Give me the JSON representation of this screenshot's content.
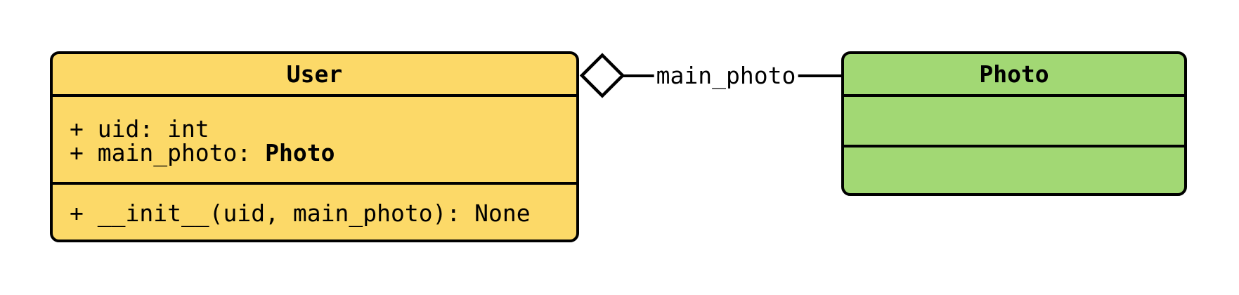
{
  "diagram": {
    "type": "uml-class-diagram",
    "background_color": "#ffffff",
    "border_color": "#000000",
    "classes": [
      {
        "name": "User",
        "fill": "#fcd968",
        "attributes": [
          {
            "text": "+ uid: int",
            "bold_suffix": ""
          },
          {
            "text": "+ main_photo: ",
            "bold_suffix": "Photo"
          }
        ],
        "methods": [
          {
            "text": "+ __init__(uid, main_photo): None"
          }
        ]
      },
      {
        "name": "Photo",
        "fill": "#a2d874",
        "attributes": [],
        "methods": []
      }
    ],
    "relationship": {
      "kind": "aggregation",
      "from": "User",
      "to": "Photo",
      "label": "main_photo",
      "diamond_fill": "#ffffff",
      "line_color": "#000000"
    }
  }
}
